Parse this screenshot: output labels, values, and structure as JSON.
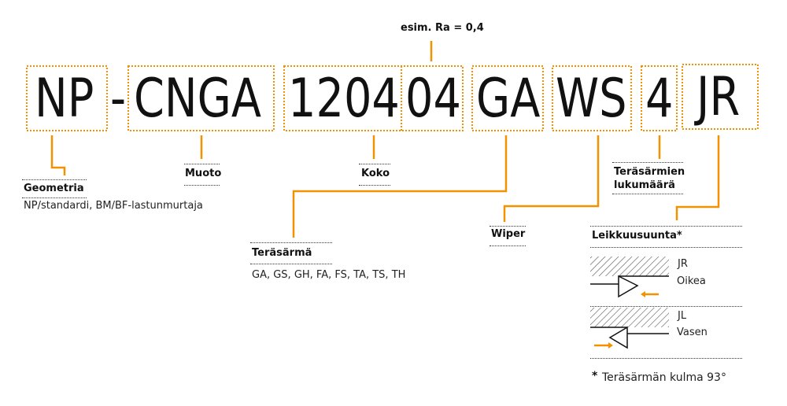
{
  "accent_color": "#f39200",
  "example": "esim. Ra = 0,4",
  "code": {
    "geometry": "NP",
    "dash": "-",
    "shape": "CNGA",
    "size": "1204",
    "radius": "04",
    "edge": "GA",
    "wiper": "WS",
    "edges_count": "4",
    "direction": "JR"
  },
  "labels": {
    "geometria": {
      "title": "Geometria",
      "desc": "NP/standardi, BM/BF-lastunmurtaja"
    },
    "muoto": {
      "title": "Muoto"
    },
    "koko": {
      "title": "Koko"
    },
    "terasarma": {
      "title": "Teräsärmä",
      "desc": "GA, GS, GH, FA, FS, TA, TS, TH"
    },
    "wiper": {
      "title": "Wiper"
    },
    "lukumaara": {
      "title_line1": "Teräsärmien",
      "title_line2": "lukumäärä"
    },
    "leikkuusuunta": {
      "title": "Leikkuusuunta*",
      "right_code": "JR",
      "right_name": "Oikea",
      "left_code": "JL",
      "left_name": "Vasen",
      "footnote_mark": "*",
      "footnote": "Teräsärmän kulma 93°"
    }
  }
}
